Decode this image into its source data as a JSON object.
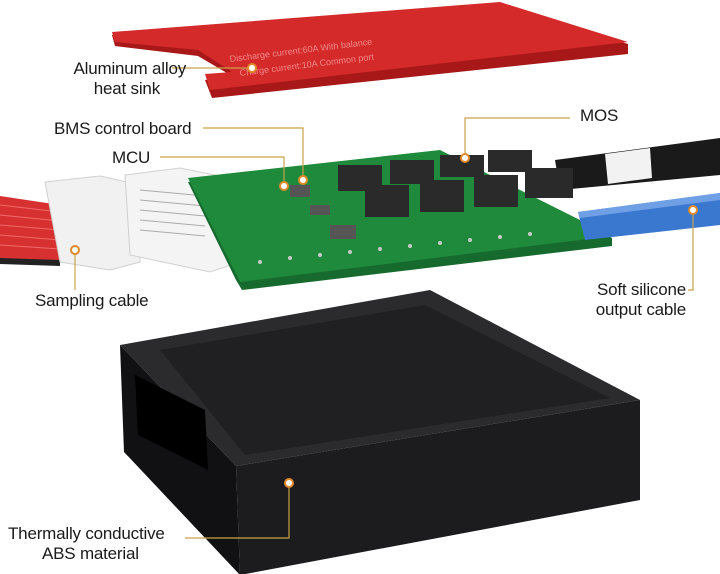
{
  "labels": {
    "heat_sink_line1": "Aluminum alloy",
    "heat_sink_line2": "heat sink",
    "bms_board": "BMS control board",
    "mcu": "MCU",
    "mos": "MOS",
    "sampling_cable": "Sampling cable",
    "output_cable_line1": "Soft silicone",
    "output_cable_line2": "output cable",
    "case_line1": "Thermally conductive",
    "case_line2": "ABS material"
  },
  "heat_sink_print": {
    "line1": "Discharge current:60A  With balance",
    "line2": "Charge current:10A  Common port"
  },
  "colors": {
    "heat_sink": "#d42a2a",
    "pcb": "#1f8a3c",
    "case": "#1c1c1e",
    "leader": "#c9a24a",
    "blue_cable": "#3a78d0"
  }
}
